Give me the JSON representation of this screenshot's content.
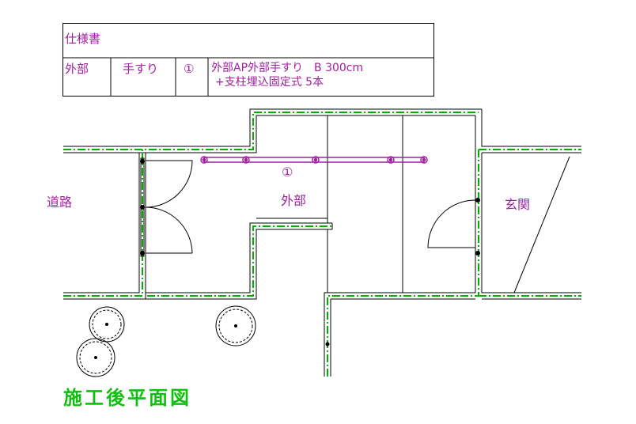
{
  "spec_table": {
    "title": "仕様書",
    "row": {
      "location": "外部",
      "item": "手すり",
      "marker": "①",
      "desc_line1": "外部AP外部手すり　B 300cm",
      "desc_line2": "+支柱埋込固定式 5本"
    }
  },
  "plan": {
    "labels": {
      "road": "道路",
      "exterior": "外部",
      "entrance": "玄関",
      "handrail_marker": "①"
    },
    "handrail_posts": 5,
    "colors": {
      "wall_line": "#000000",
      "wall_center": "#00b000",
      "annotation": "#a020a0"
    }
  },
  "caption": "施工後平面図"
}
